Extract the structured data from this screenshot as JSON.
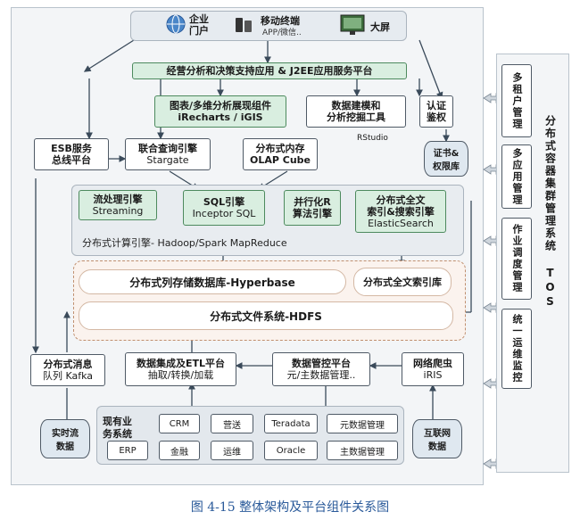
{
  "top_bar": {
    "enterprise_label": "企业\n门户",
    "mobile_label": "移动终端",
    "mobile_sub": "APP/微信..",
    "screen_label": "大屏"
  },
  "platform_bar": "经营分析和决策支持应用 & J2EE应用服务平台",
  "nodes": {
    "chart_engine_title": "图表/多维分析展现组件",
    "chart_engine_sub": "iRecharts / iGIS",
    "data_mining_title": "数据建模和",
    "data_mining_sub": "分析挖掘工具",
    "rstudio": "RStudio",
    "auth": "认证\n鉴权",
    "cert": "证书&\n权限库",
    "esb_title": "ESB服务",
    "esb_sub": "总线平台",
    "federated_title": "联合查询引擎",
    "federated_sub": "Stargate",
    "olap_title": "分布式内存",
    "olap_sub": "OLAP Cube",
    "stream_title": "流处理引擎",
    "stream_sub": "Streaming",
    "sql_title": "SQL引擎",
    "sql_sub": "Inceptor SQL",
    "parallel_title": "并行化R",
    "parallel_sub": "算法引擎",
    "search_title": "分布式全文",
    "search_mid": "索引&搜索引擎",
    "search_sub": "ElasticSearch",
    "compute_engine": "分布式计算引擎-  Hadoop/Spark MapReduce",
    "hyperbase": "分布式列存储数据库-Hyperbase",
    "fulltext_index": "分布式全文索引库",
    "hdfs": "分布式文件系统-HDFS",
    "kafka_title": "分布式消息",
    "kafka_sub": "队列  Kafka",
    "etl_title": "数据集成及ETL平台",
    "etl_sub": "抽取/转换/加载",
    "governance_title": "数据管控平台",
    "governance_sub": "元/主数据管理..",
    "crawler_title": "网络爬虫",
    "crawler_sub": "iRIS"
  },
  "sources": {
    "title": "现有业\n务系统",
    "items": [
      "CRM",
      "营送",
      "Teradata",
      "元数据管理",
      "ERP",
      "金融",
      "运维",
      "Oracle",
      "主数据管理"
    ]
  },
  "realtime_data": "实时流\n数据",
  "internet_data": "互联网\n数据",
  "right_panel": {
    "items": [
      "多租户管理",
      "多应用管理",
      "作业调度管理",
      "统一运维监控"
    ],
    "tos_label": "分布式容器集群管理系统 TOS"
  },
  "caption": "图 4-15 整体架构及平台组件关系图",
  "colors": {
    "engine_green": "#d9eee0",
    "border": "#4f5a66",
    "caption_blue": "#2a5a9a"
  },
  "icons": [
    "portal-icon",
    "mobile-icon",
    "screen-icon"
  ]
}
